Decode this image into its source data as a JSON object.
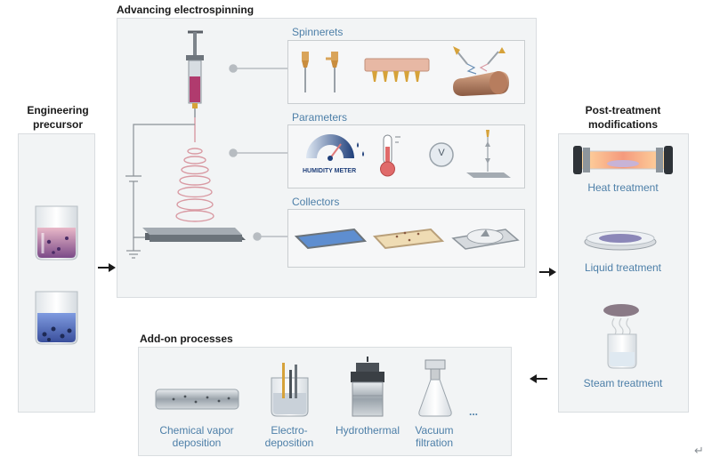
{
  "precursor": {
    "title": "Engineering precursor"
  },
  "electrospinning": {
    "title": "Advancing electrospinning",
    "spinnerets": {
      "label": "Spinnerets"
    },
    "parameters": {
      "label": "Parameters",
      "humidity_meter": "HUMIDITY METER",
      "voltage_symbol": "V"
    },
    "collectors": {
      "label": "Collectors"
    }
  },
  "post_treatment": {
    "title": "Post-treatment modifications",
    "items": [
      "Heat treatment",
      "Liquid treatment",
      "Steam treatment"
    ]
  },
  "add_on": {
    "title": "Add-on processes",
    "items": [
      {
        "line1": "Chemical vapor",
        "line2": "deposition"
      },
      {
        "line1": "Electro-",
        "line2": "deposition"
      },
      {
        "line1": "Hydrothermal",
        "line2": ""
      },
      {
        "line1": "Vacuum",
        "line2": "filtration"
      }
    ],
    "more": "..."
  },
  "return_symbol": "↵",
  "colors": {
    "label_blue": "#4d7fa8",
    "panel_bg": "#f2f4f5",
    "panel_border": "#d9dde0"
  }
}
